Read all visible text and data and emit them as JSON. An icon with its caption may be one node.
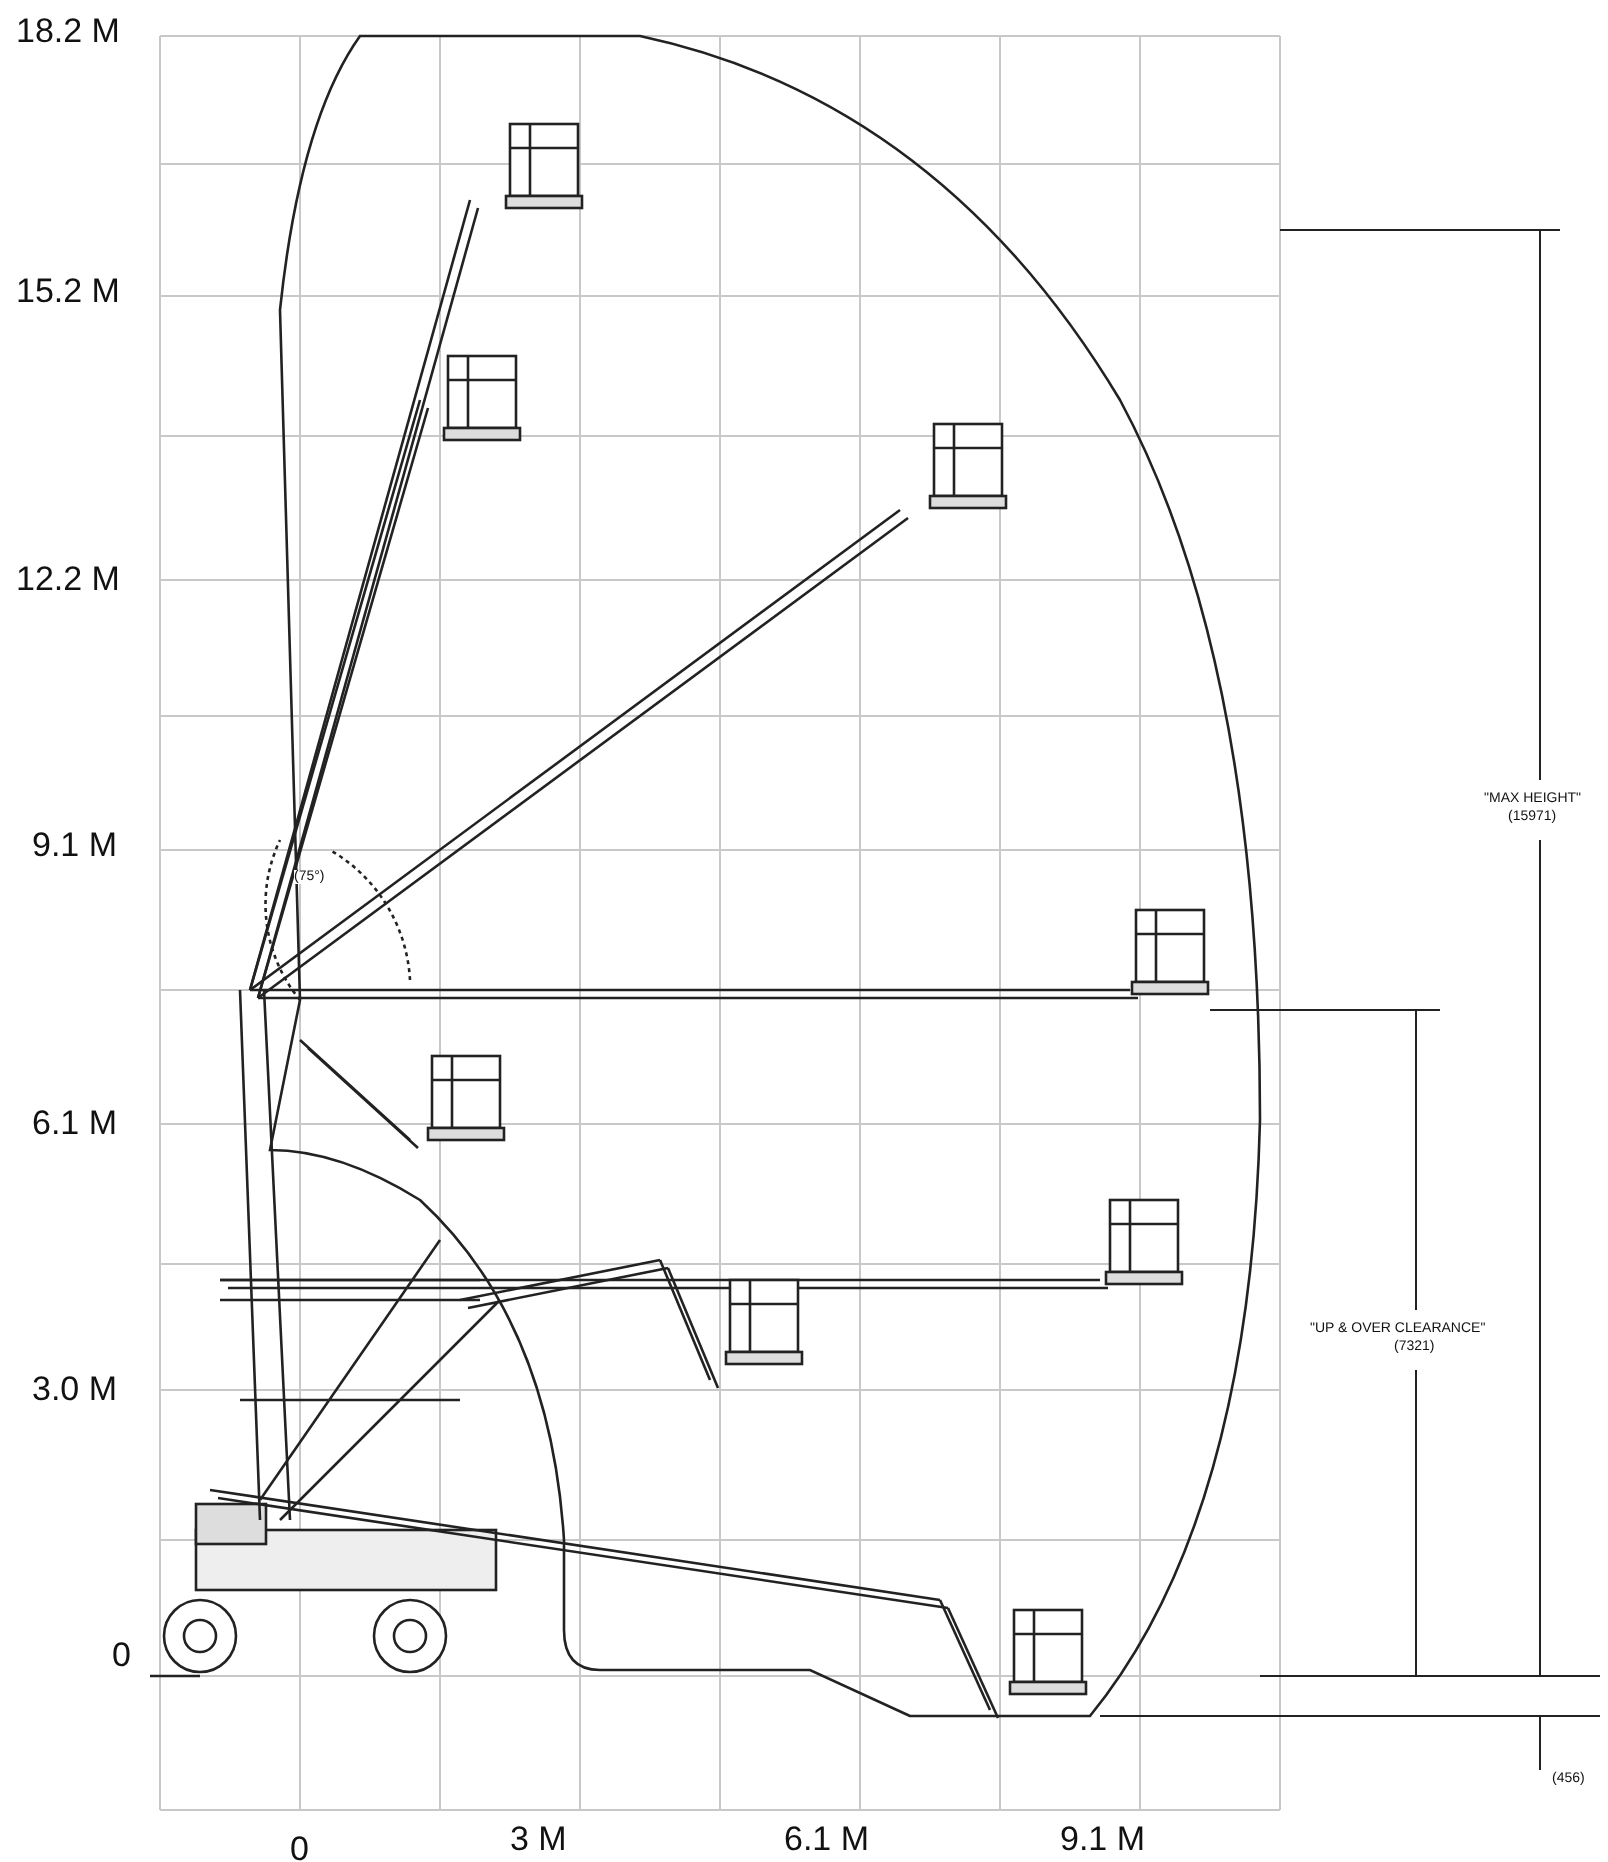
{
  "diagram": {
    "labels": [
      "18.2 M",
      "15.2 M",
      "12.2 M",
      "9.1 M",
      "(75°)",
      "\"MAX HEIGHT\"",
      "(15971)",
      "6.1 M",
      "\"UP & OVER CLEARANCE\"",
      "(7321)",
      "3.0 M",
      "0",
      "(456)",
      "0",
      "3 M",
      "6.1 M",
      "9.1 M"
    ]
  }
}
